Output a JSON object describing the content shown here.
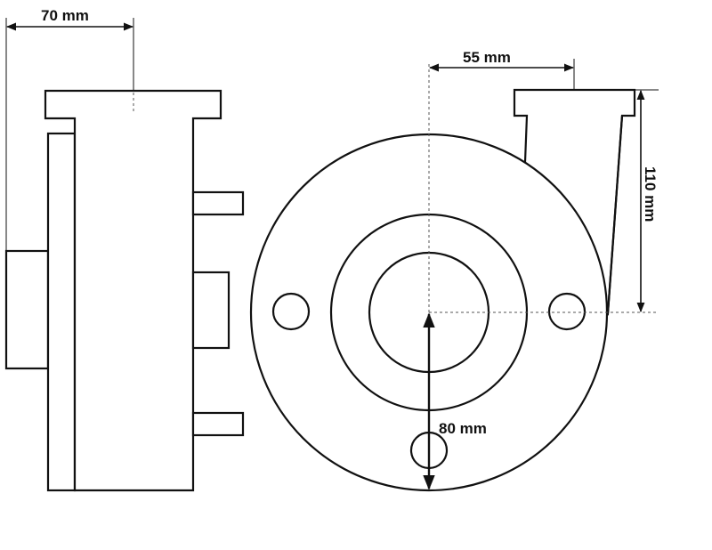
{
  "dimensions": {
    "top_width": "70 mm",
    "outlet_offset": "55 mm",
    "outlet_height": "110 mm",
    "center_to_bottom": "80 mm"
  },
  "colors": {
    "line": "#111111",
    "dash": "#555555",
    "background": "#ffffff"
  }
}
